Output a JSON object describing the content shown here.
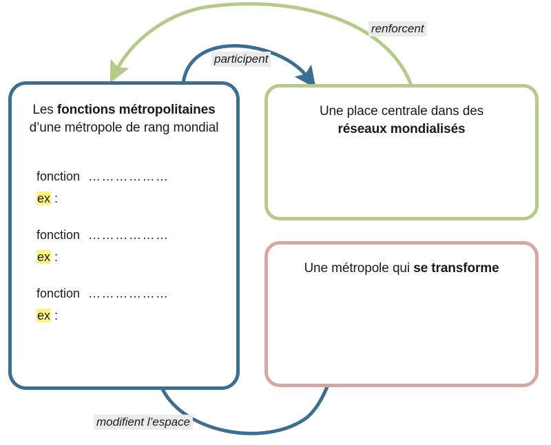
{
  "diagram": {
    "title_hidden": "",
    "colors": {
      "blue": "#3c6e91",
      "green": "#b3ca88",
      "pink": "#d7a6a4",
      "highlight": "#fdf380",
      "label_bg": "#ebebeb",
      "background": "#ffffff"
    },
    "nodes": {
      "functions": {
        "title_lead": "Les ",
        "title_bold": "fonctions métropolitaines",
        "title_rest": "d’une métropole de rang mondial",
        "items": [
          {
            "label": "fonction",
            "dots": "………………",
            "ex_mark": "ex",
            "ex_colon": " :"
          },
          {
            "label": "fonction",
            "dots": "………………",
            "ex_mark": "ex",
            "ex_colon": " :"
          },
          {
            "label": "fonction",
            "dots": "………………",
            "ex_mark": "ex",
            "ex_colon": " :"
          }
        ]
      },
      "networks": {
        "title_lead": "Une place centrale dans des ",
        "title_bold": "réseaux mondialisés",
        "title_rest": ""
      },
      "transform": {
        "title_lead": "Une métropole qui ",
        "title_bold": "se transforme",
        "title_rest": ""
      }
    },
    "edges": [
      {
        "id": "participent",
        "label": "participent",
        "color": "#3c6e91",
        "from": "functions",
        "to": "networks"
      },
      {
        "id": "renforcent",
        "label": "renforcent",
        "color": "#b3ca88",
        "from": "networks",
        "to": "functions"
      },
      {
        "id": "modifient",
        "label": "modifient l’espace",
        "color": "#3c6e91",
        "from": "functions",
        "to": "transform"
      }
    ]
  }
}
